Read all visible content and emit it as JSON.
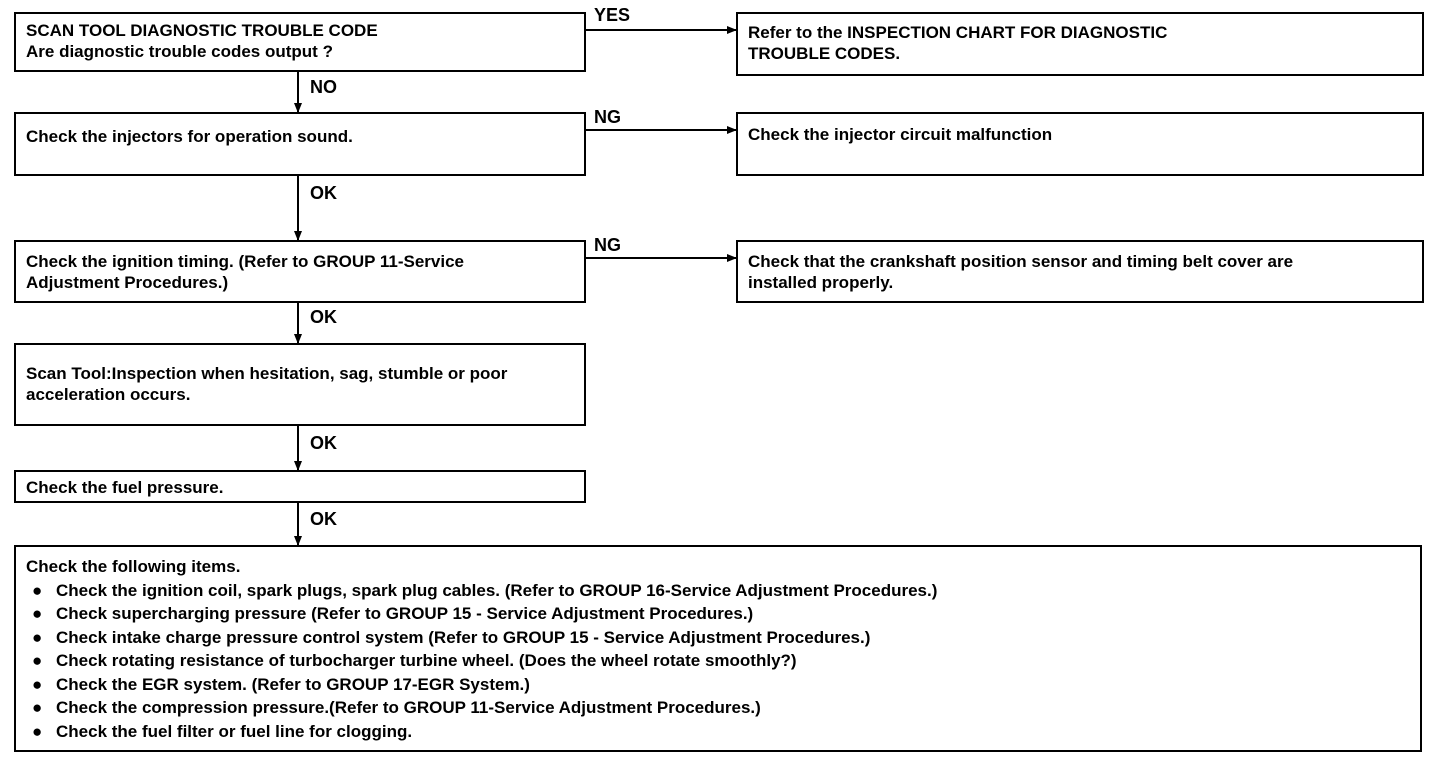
{
  "boxes": {
    "scan_tool_dtc": {
      "title": "SCAN TOOL DIAGNOSTIC TROUBLE CODE",
      "question": "Are diagnostic trouble codes output ?"
    },
    "refer_inspection_chart": {
      "line1": "Refer to the INSPECTION CHART FOR DIAGNOSTIC",
      "line2": "TROUBLE CODES."
    },
    "check_injectors": {
      "text": "Check the injectors for operation sound."
    },
    "injector_circuit": {
      "text": "Check the injector circuit malfunction"
    },
    "ignition_timing": {
      "line1": "Check the ignition timing. (Refer to GROUP 11-Service",
      "line2": "Adjustment Procedures.)"
    },
    "crankshaft_sensor": {
      "line1": "Check that the crankshaft position sensor and timing belt cover are",
      "line2": "installed properly."
    },
    "scan_tool_hesitation": {
      "line1": "Scan Tool:Inspection when hesitation, sag, stumble or poor",
      "line2": "acceleration occurs."
    },
    "fuel_pressure": {
      "text": "Check the fuel pressure."
    },
    "following_items": {
      "heading": "Check the following items.",
      "bullet": "●",
      "items": [
        "Check the ignition coil, spark plugs, spark plug cables. (Refer to GROUP 16-Service Adjustment Procedures.)",
        "Check supercharging pressure (Refer to GROUP 15 - Service Adjustment Procedures.)",
        "Check intake charge pressure control system (Refer to GROUP 15 - Service Adjustment Procedures.)",
        "Check rotating resistance of turbocharger turbine wheel. (Does the wheel rotate smoothly?)",
        "Check the EGR system. (Refer to GROUP 17-EGR System.)",
        "Check the compression pressure.(Refer to GROUP 11-Service Adjustment Procedures.)",
        "Check the fuel filter or fuel line for clogging."
      ]
    }
  },
  "labels": {
    "yes": "YES",
    "no": "NO",
    "ng_1": "NG",
    "ng_2": "NG",
    "ok_1": "OK",
    "ok_2": "OK",
    "ok_3": "OK",
    "ok_4": "OK"
  }
}
